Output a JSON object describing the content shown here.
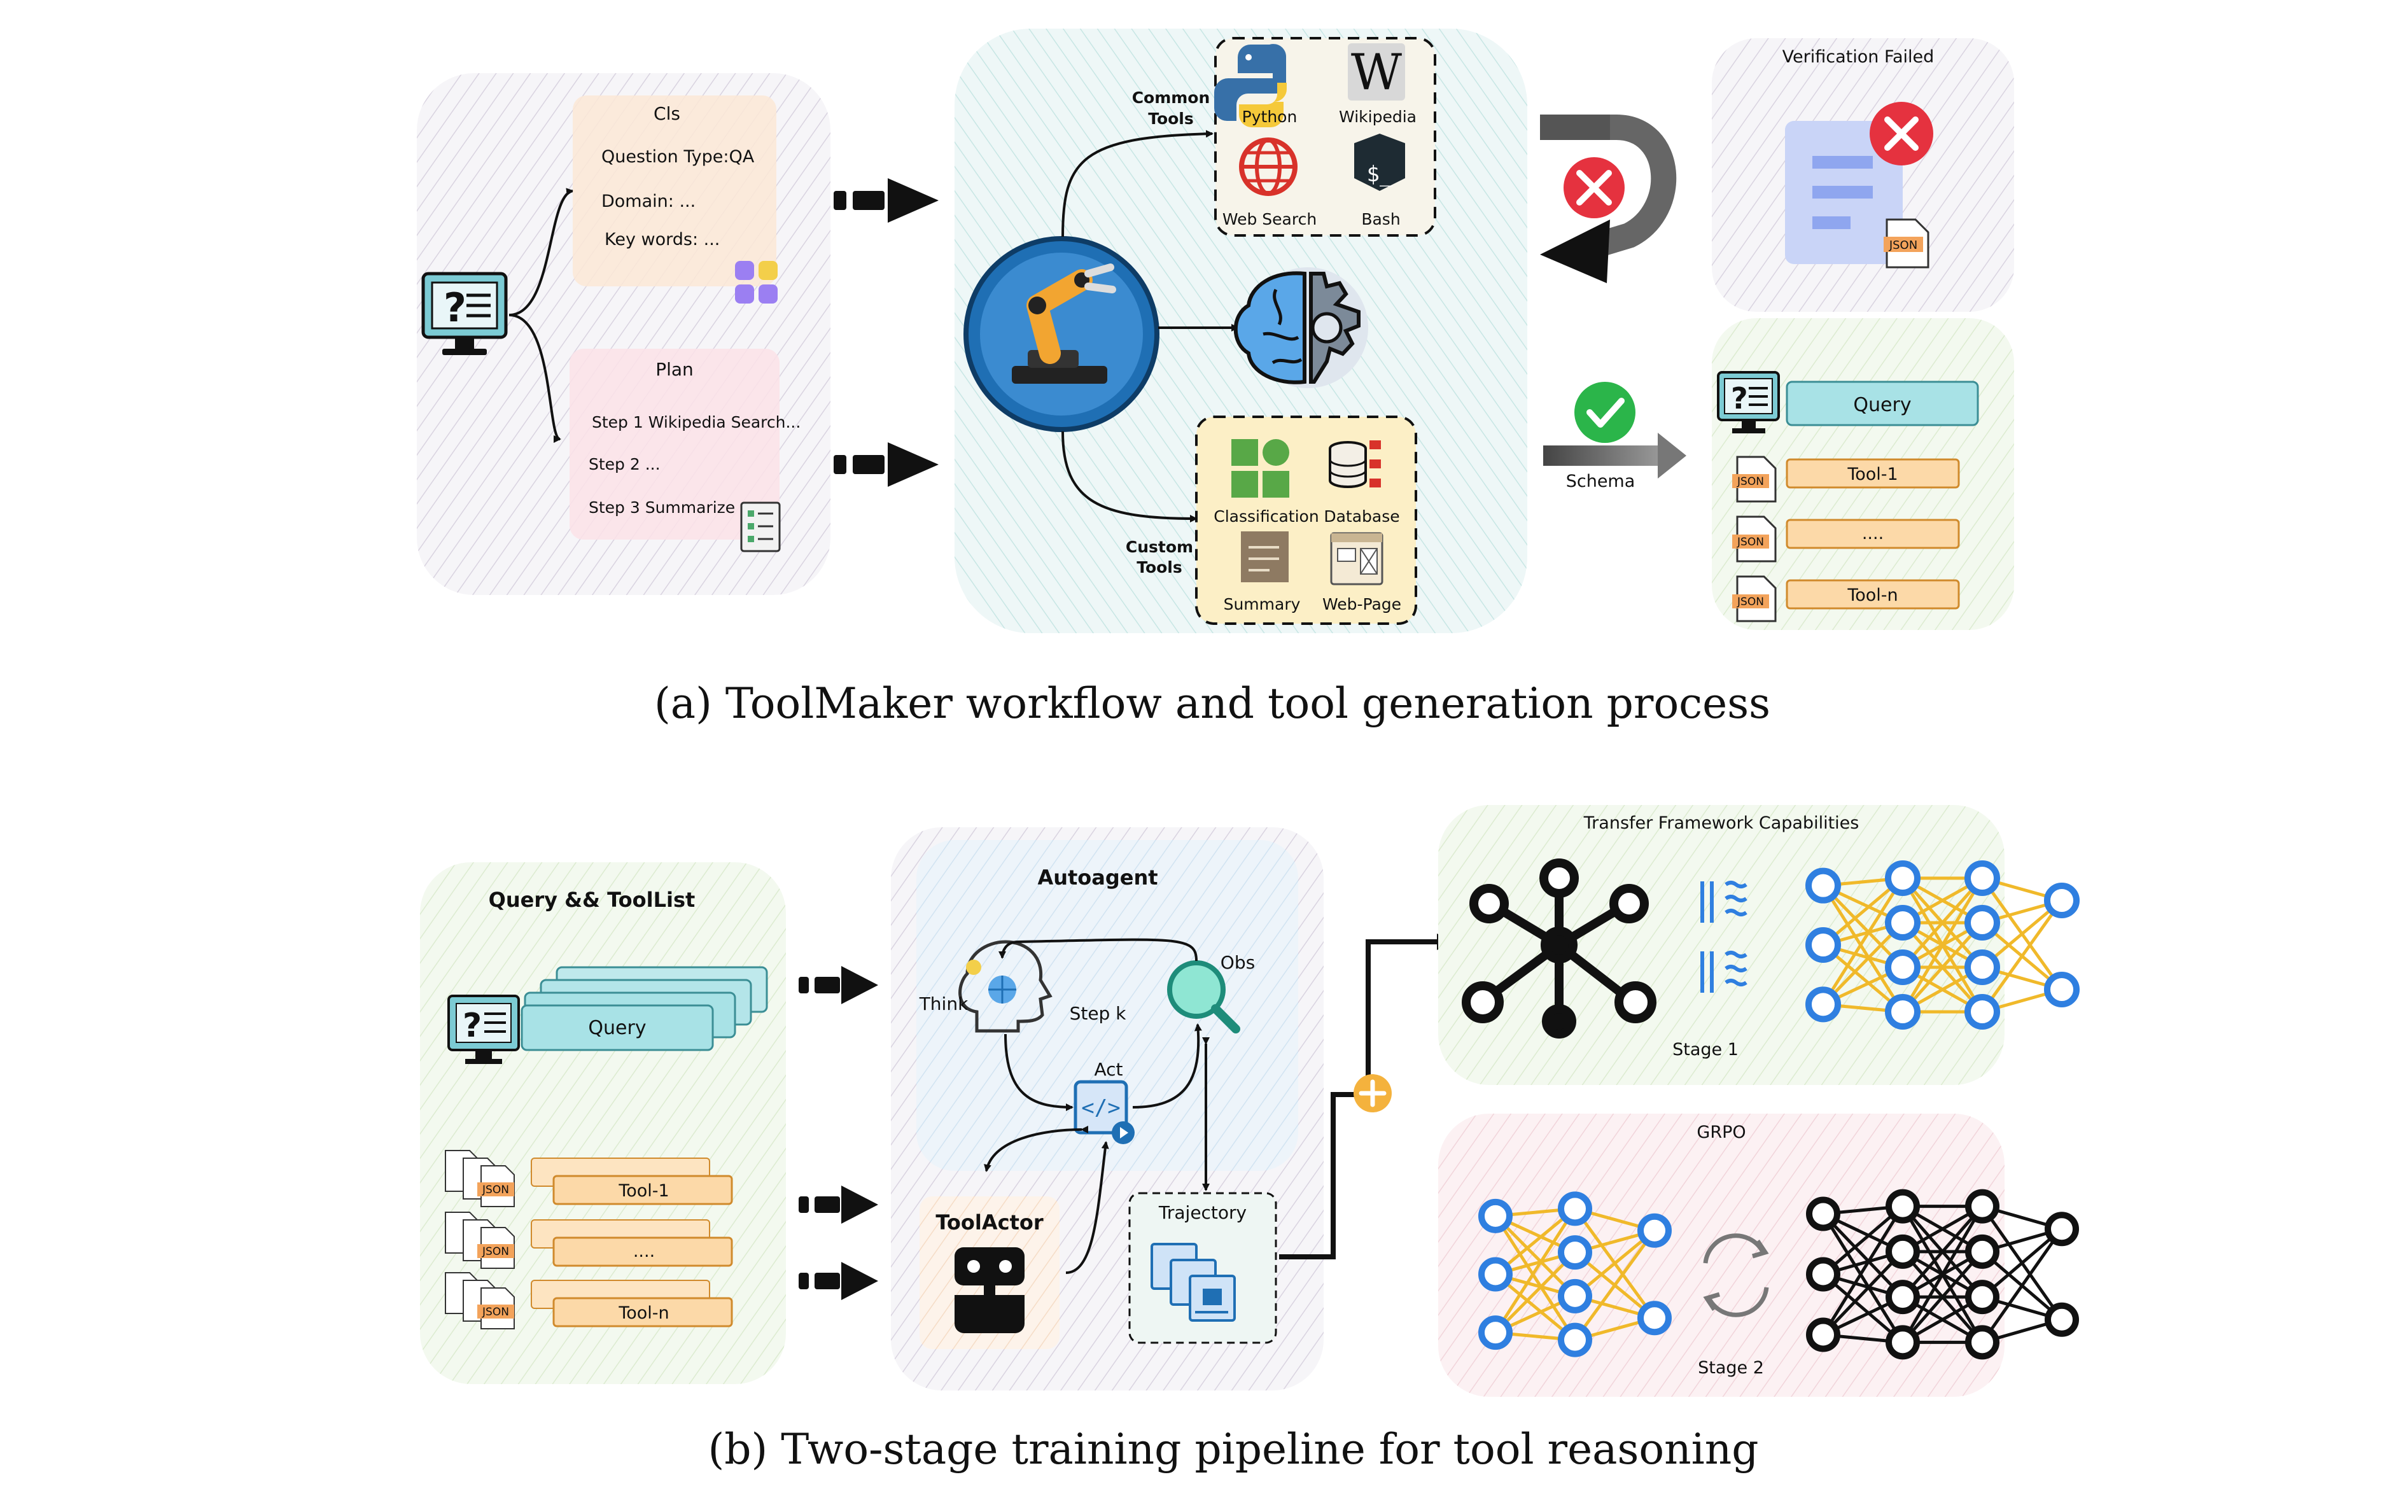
{
  "captions": {
    "a": "(a) ToolMaker workflow and tool generation process",
    "b": "(b) Two-stage training pipeline for tool reasoning"
  },
  "panel_a": {
    "cls": {
      "title": "Cls",
      "question_type": "Question Type:QA",
      "domain": "Domain: ...",
      "key_words": "Key words: ..."
    },
    "plan": {
      "title": "Plan",
      "steps": [
        "Step 1 Wikipedia Search...",
        "Step 2  ...",
        "Step 3 Summarize ..."
      ]
    },
    "common_tools": {
      "label": [
        "Common",
        "Tools"
      ],
      "items": [
        "Python",
        "Wikipedia",
        "Web Search",
        "Bash"
      ]
    },
    "custom_tools": {
      "label": [
        "Custom",
        "Tools"
      ],
      "items": [
        "Classification",
        "Database",
        "Summary",
        "Web-Page"
      ]
    },
    "verification_failed": "Verification Failed",
    "schema": "Schema",
    "result": {
      "query": "Query",
      "tools": [
        "Tool-1",
        "....",
        "Tool-n"
      ],
      "json": "JSON"
    }
  },
  "panel_b": {
    "query_toollist": {
      "title": "Query && ToolList",
      "query": "Query",
      "tools": [
        "Tool-1",
        "....",
        "Tool-n"
      ],
      "json": "JSON"
    },
    "autoagent": {
      "title": "Autoagent",
      "think": "Think",
      "step": "Step k",
      "obs": "Obs",
      "act": "Act"
    },
    "toolactor": "ToolActor",
    "trajectory": "Trajectory",
    "transfer": {
      "title": "Transfer Framework Capabilities",
      "stage": "Stage 1"
    },
    "grpo": {
      "title": "GRPO",
      "stage": "Stage 2"
    }
  },
  "colors": {
    "query_box": "#a8e2e6",
    "tool_box": "#fcd9a8",
    "network_blue": "#2f7fe0",
    "network_edge": "#f0b92a",
    "fail_red": "#e5323f",
    "ok_green": "#2bb54a",
    "arm_blue": "#1f6fb4"
  }
}
